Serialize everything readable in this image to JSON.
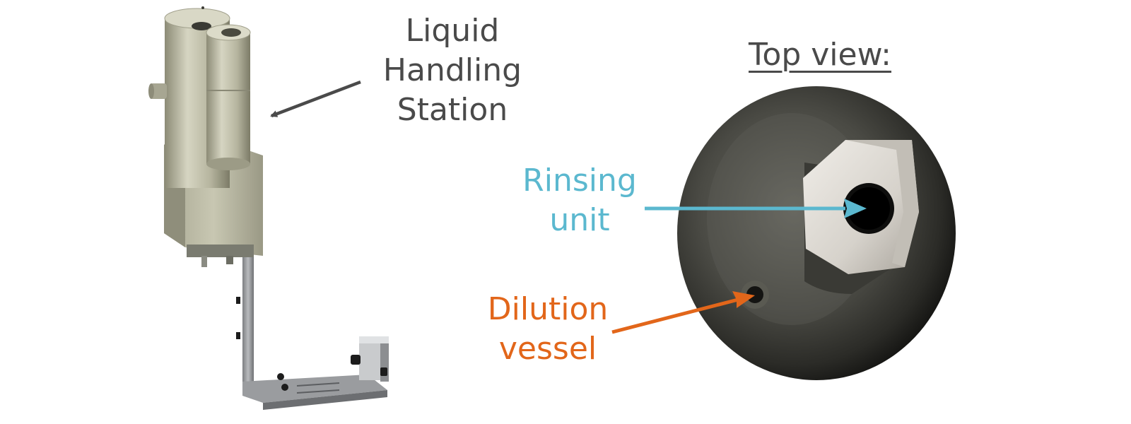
{
  "labels": {
    "liquid_handling_station": [
      "Liquid",
      "Handling",
      "Station"
    ],
    "top_view": "Top view:",
    "rinsing_unit": [
      "Rinsing",
      "unit"
    ],
    "dilution_vessel": [
      "Dilution",
      "vessel"
    ]
  },
  "colors": {
    "text_gray": "#4a4a4a",
    "rinsing": "#5bb8cf",
    "dilution": "#e2661a",
    "arrow_gray": "#4a4a4a"
  },
  "icons": {
    "device": "liquid-handling-station-render",
    "top_view": "top-view-photo"
  }
}
